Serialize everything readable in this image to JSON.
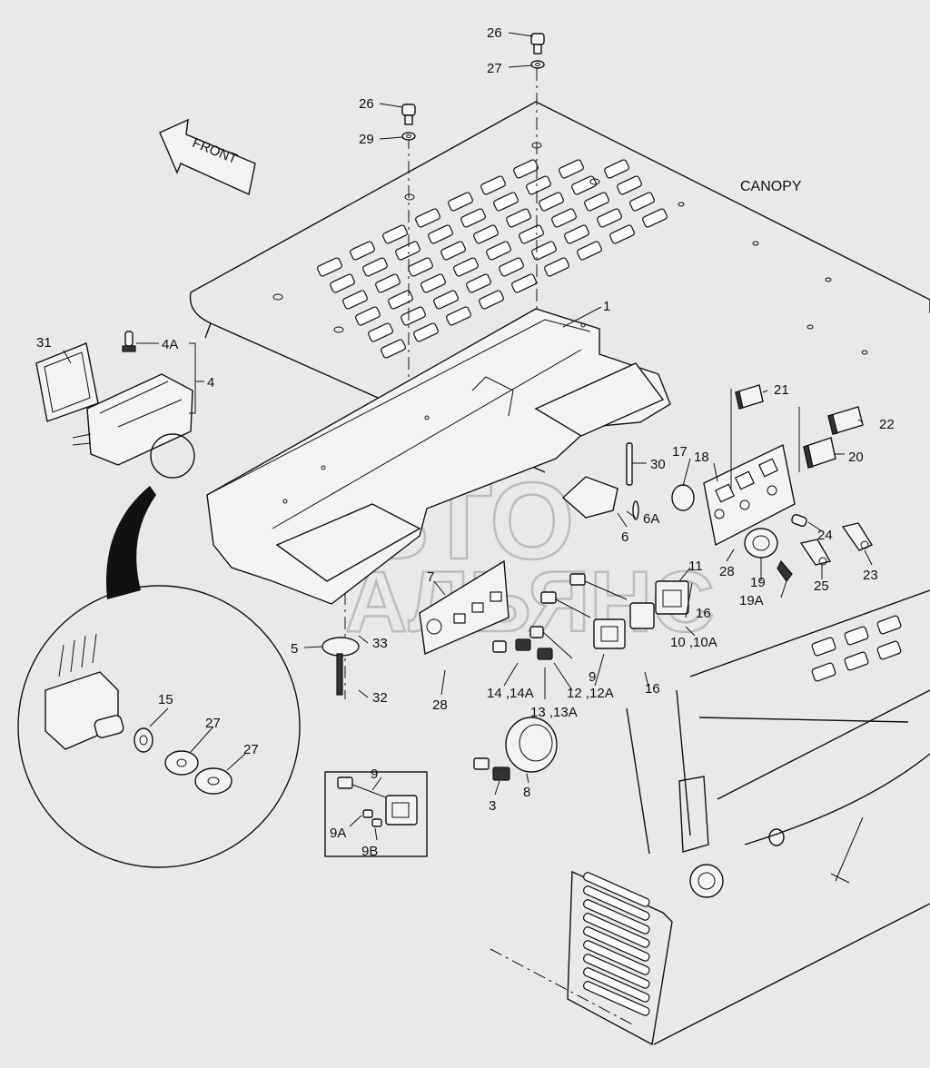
{
  "diagram": {
    "heading": "CANOPY",
    "front_arrow": "FRONT",
    "watermark": [
      "АВТО",
      "АЛЬЯНС"
    ],
    "callouts": [
      {
        "id": "26a",
        "text": "26"
      },
      {
        "id": "27a",
        "text": "27"
      },
      {
        "id": "26b",
        "text": "26"
      },
      {
        "id": "29",
        "text": "29"
      },
      {
        "id": "1",
        "text": "1"
      },
      {
        "id": "31",
        "text": "31"
      },
      {
        "id": "4A",
        "text": "4A"
      },
      {
        "id": "4",
        "text": "4"
      },
      {
        "id": "21",
        "text": "21"
      },
      {
        "id": "22",
        "text": "22"
      },
      {
        "id": "17",
        "text": "17"
      },
      {
        "id": "18",
        "text": "18"
      },
      {
        "id": "20",
        "text": "20"
      },
      {
        "id": "30",
        "text": "30"
      },
      {
        "id": "6A",
        "text": "6A"
      },
      {
        "id": "6",
        "text": "6"
      },
      {
        "id": "24",
        "text": "24"
      },
      {
        "id": "23",
        "text": "23"
      },
      {
        "id": "28a",
        "text": "28"
      },
      {
        "id": "19",
        "text": "19"
      },
      {
        "id": "25",
        "text": "25"
      },
      {
        "id": "19A",
        "text": "19A"
      },
      {
        "id": "11",
        "text": "11"
      },
      {
        "id": "16a",
        "text": "16"
      },
      {
        "id": "10",
        "text": "10 ,10A"
      },
      {
        "id": "7",
        "text": "7"
      },
      {
        "id": "5",
        "text": "5"
      },
      {
        "id": "33",
        "text": "33"
      },
      {
        "id": "32",
        "text": "32"
      },
      {
        "id": "28b",
        "text": "28"
      },
      {
        "id": "14",
        "text": "14 ,14A"
      },
      {
        "id": "9a",
        "text": "9"
      },
      {
        "id": "12",
        "text": "12 ,12A"
      },
      {
        "id": "13",
        "text": "13 ,13A"
      },
      {
        "id": "16b",
        "text": "16"
      },
      {
        "id": "15",
        "text": "15"
      },
      {
        "id": "27b",
        "text": "27"
      },
      {
        "id": "27c",
        "text": "27"
      },
      {
        "id": "3",
        "text": "3"
      },
      {
        "id": "8",
        "text": "8"
      },
      {
        "id": "9b",
        "text": "9"
      },
      {
        "id": "9A",
        "text": "9A"
      },
      {
        "id": "9B",
        "text": "9B"
      }
    ]
  }
}
